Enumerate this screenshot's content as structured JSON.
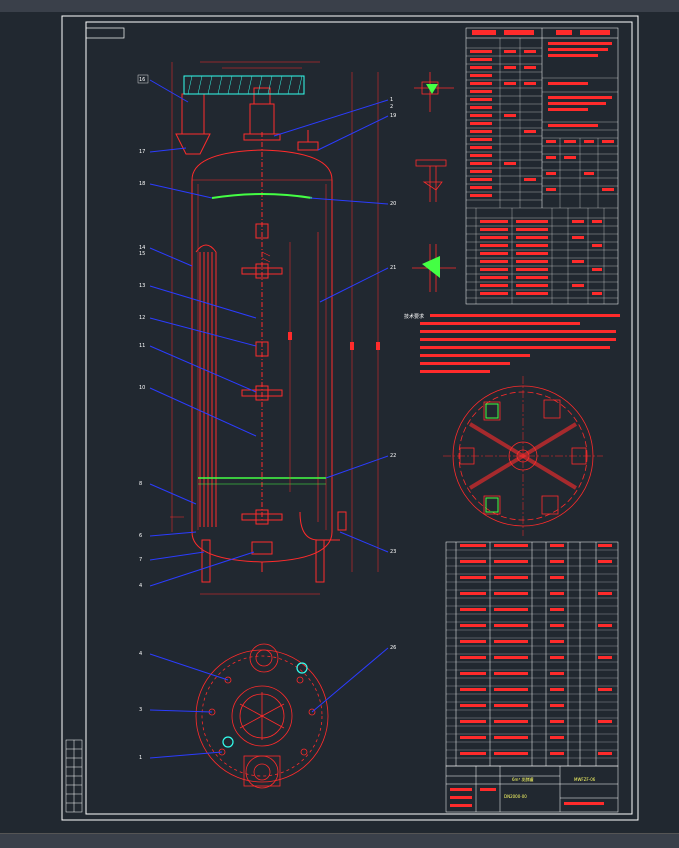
{
  "drawing": {
    "title_block_name": "6m³ 发酵罐",
    "title_block_code": "DN2000-00",
    "drawing_number": "MWFZF-06"
  },
  "leaders": {
    "left_elevation": [
      "16",
      "17",
      "18",
      "14",
      "15",
      "13",
      "12",
      "11",
      "10",
      "8",
      "6",
      "7",
      "4"
    ],
    "right_elevation": [
      "1",
      "2",
      "19",
      "20",
      "21",
      "22",
      "23"
    ],
    "plan": [
      "4",
      "3",
      "1",
      "26"
    ]
  },
  "notes_heading": "技术要求",
  "colors": {
    "frame": "#ffffff",
    "main_lines": "#ff2b2b",
    "leader_lines": "#2b3cff",
    "accent_green": "#44ff44",
    "accent_cyan": "#33ffee",
    "background": "#212830"
  }
}
